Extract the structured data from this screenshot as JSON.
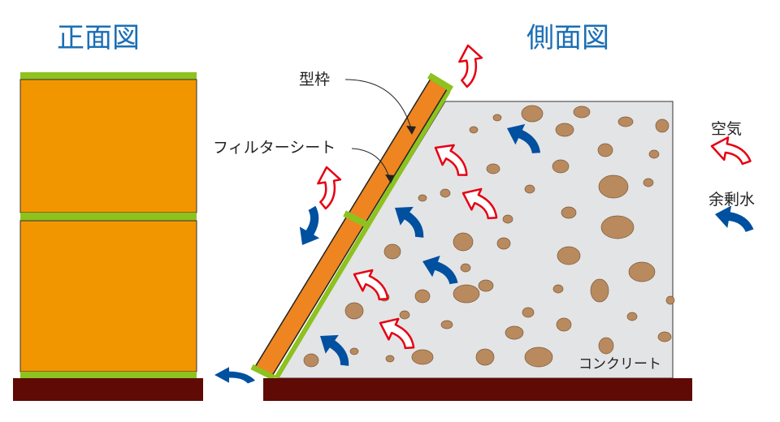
{
  "front_view": {
    "title": "正面図"
  },
  "side_view": {
    "title": "側面図",
    "formwork_label": "型枠",
    "filter_sheet_label": "フィルターシート",
    "concrete_label": "コンクリート"
  },
  "legend": {
    "air_label": "空気",
    "excess_water_label": "余剰水"
  },
  "colors": {
    "title": "#1a6fb5",
    "formwork": "#f29600",
    "formwork_side": "#ee8520",
    "filter_sheet": "#8dc21f",
    "base": "#5f0a04",
    "concrete": "#e3e4e6",
    "aggregate": "#b98a5e",
    "air_arrow": "#e60012",
    "water_arrow": "#0050a0"
  }
}
